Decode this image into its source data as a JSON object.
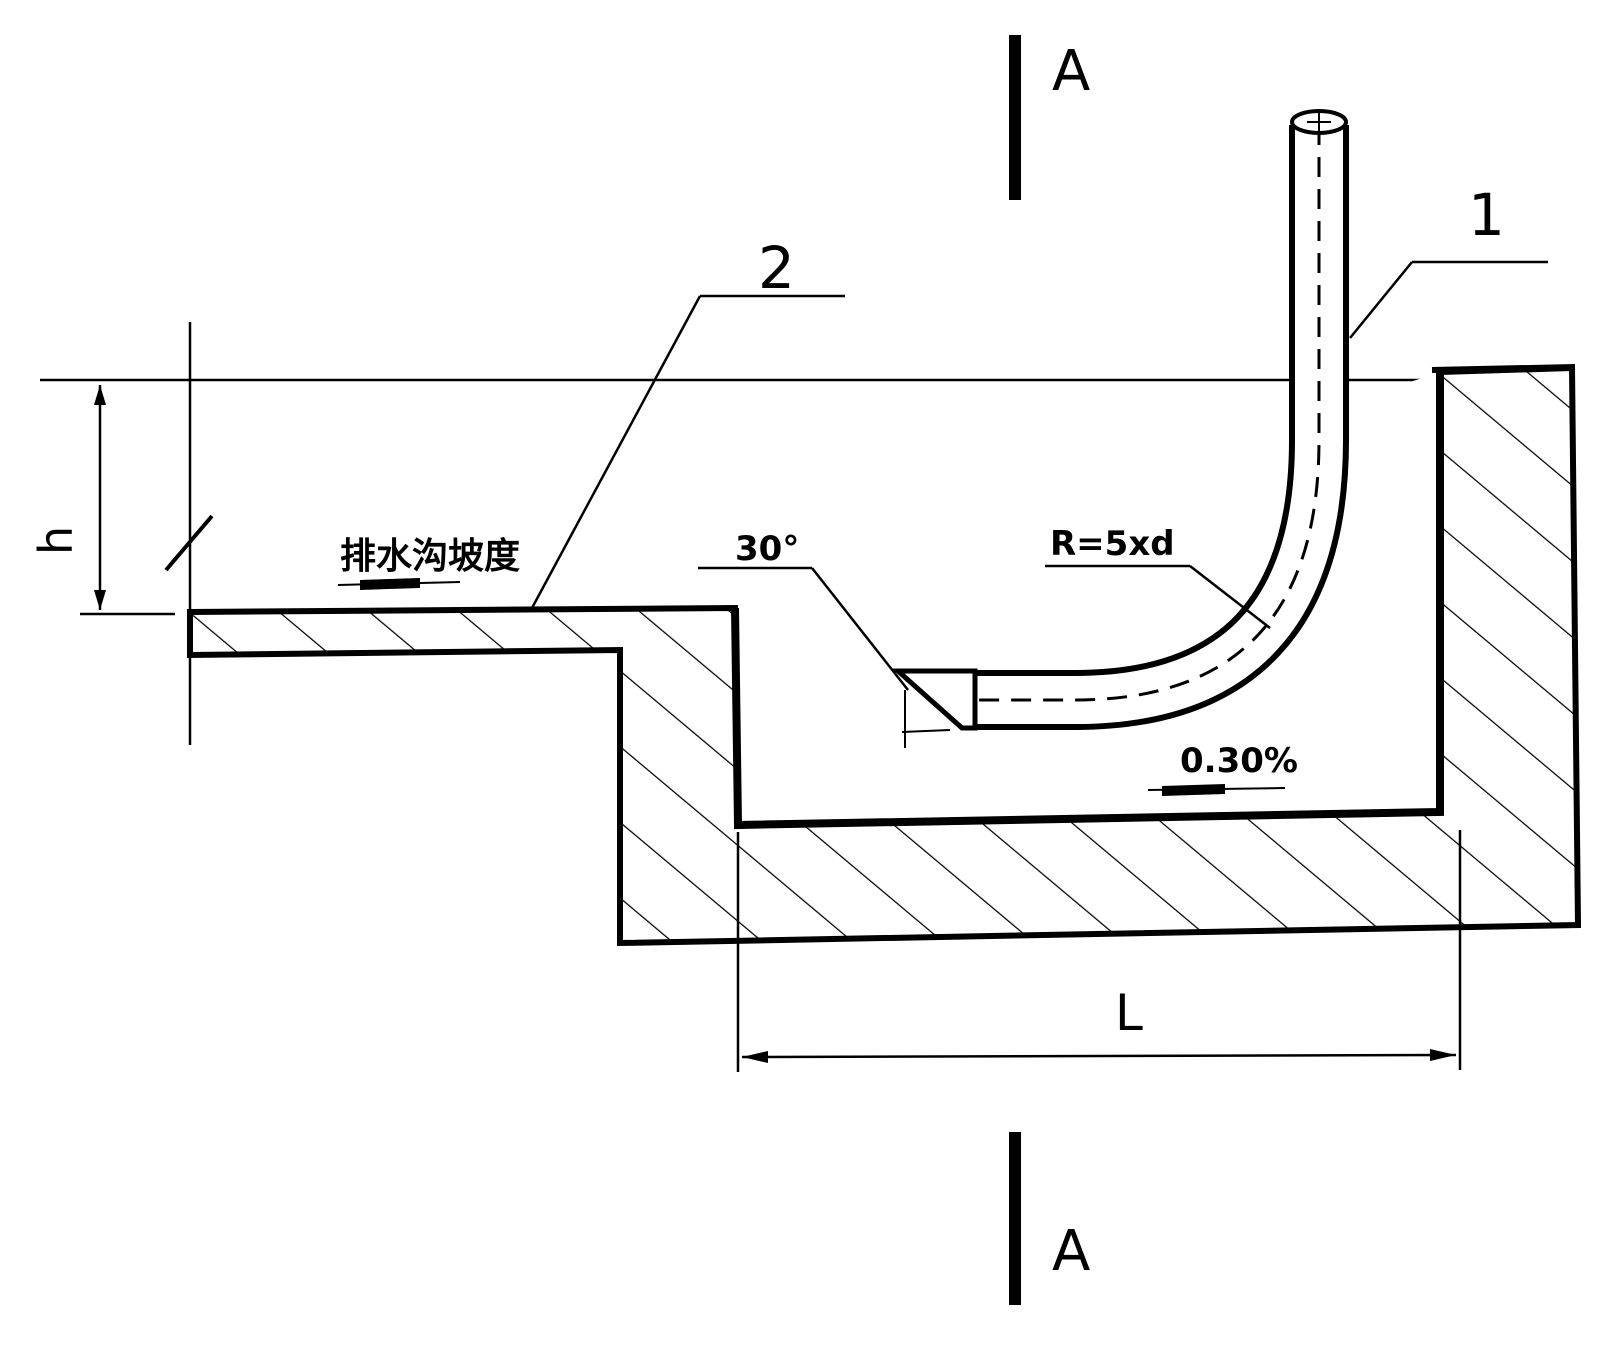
{
  "section_marks": {
    "top": "A",
    "bottom": "A"
  },
  "callouts": {
    "pipe": "1",
    "drain_trench": "2"
  },
  "annotations": {
    "trench_slope": "排水沟坡度",
    "angle": "30°",
    "bend_radius": "R=5xd",
    "bottom_slope": "0.30%"
  },
  "dimensions": {
    "height": "h",
    "length": "L"
  },
  "colors": {
    "line": "#000000",
    "background": "#ffffff"
  }
}
